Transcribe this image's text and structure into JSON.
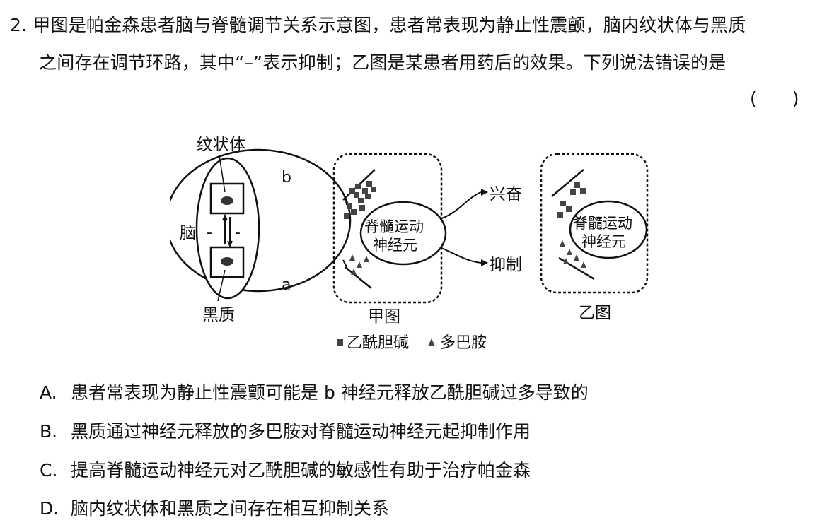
{
  "question": {
    "number": "2.",
    "stem_line1": "甲图是帕金森患者脑与脊髓调节关系示意图，患者常表现为静止性震颤，脑内纹状体与黑质",
    "stem_line2": "之间存在调节环路，其中“–”表示抑制；乙图是某患者用药后的效果。下列说法错误的是",
    "answer_paren": "(　　)"
  },
  "figure": {
    "label_striatum": "纹状体",
    "label_brain": "脑",
    "label_substantia_nigra": "黑质",
    "label_b": "b",
    "label_a": "a",
    "label_minus_left": "-",
    "label_minus_right": "-",
    "label_neuron_jia": "脊髓运动神经元",
    "label_excite": "兴奋",
    "label_inhibit": "抑制",
    "caption_jia": "甲图",
    "label_neuron_yi": "脊髓运动神经元",
    "caption_yi": "乙图",
    "legend_ach": "乙酰胆碱",
    "legend_dopamine": "多巴胺"
  },
  "options": [
    {
      "label": "A.",
      "text": "患者常表现为静止性震颤可能是 b 神经元释放乙酰胆碱过多导致的"
    },
    {
      "label": "B.",
      "text": "黑质通过神经元释放的多巴胺对脊髓运动神经元起抑制作用"
    },
    {
      "label": "C.",
      "text": "提高脊髓运动神经元对乙酰胆碱的敏感性有助于治疗帕金森"
    },
    {
      "label": "D.",
      "text": "脑内纹状体和黑质之间存在相互抑制关系"
    }
  ]
}
